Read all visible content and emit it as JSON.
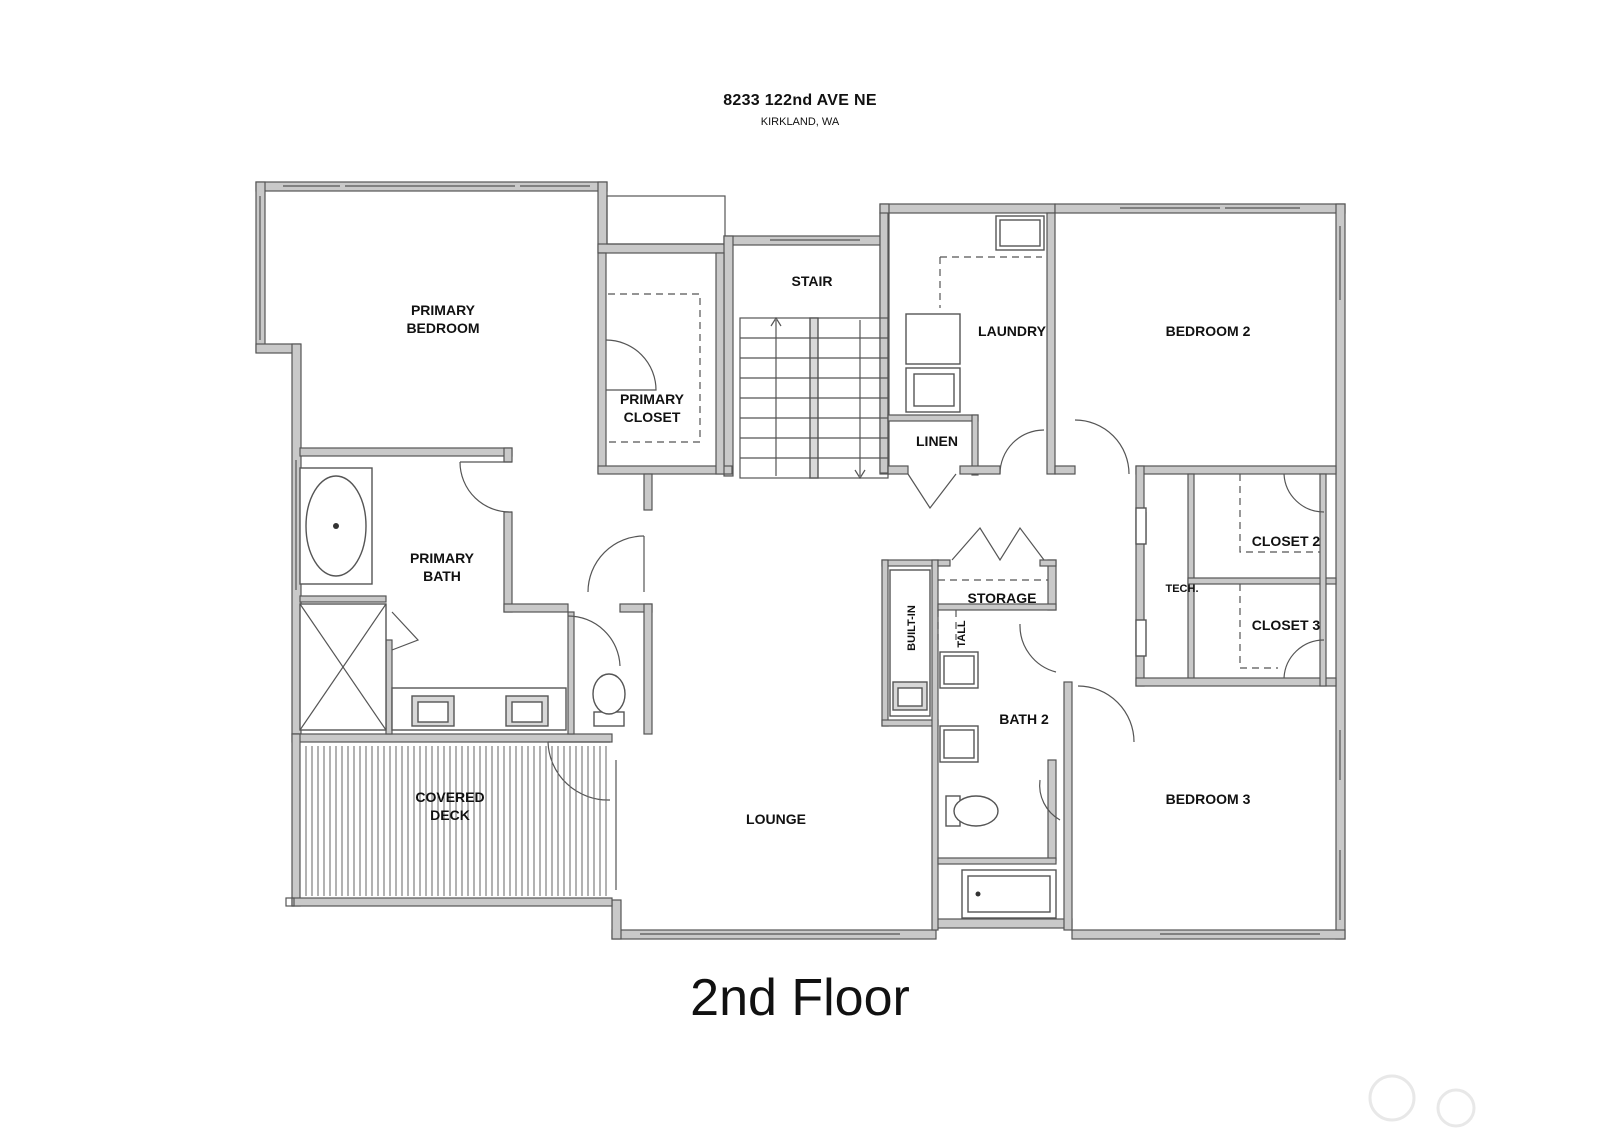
{
  "header": {
    "address": "8233 122nd AVE NE",
    "city": "KIRKLAND, WA"
  },
  "footer": {
    "floor_title": "2nd Floor"
  },
  "rooms": {
    "primary_bedroom": [
      "PRIMARY",
      "BEDROOM"
    ],
    "primary_closet": [
      "PRIMARY",
      "CLOSET"
    ],
    "stair": "STAIR",
    "laundry": "LAUNDRY",
    "linen": "LINEN",
    "bedroom_2": "BEDROOM 2",
    "closet_2": "CLOSET 2",
    "primary_bath": [
      "PRIMARY",
      "BATH"
    ],
    "storage": "STORAGE",
    "tech": "TECH.",
    "closet_3": "CLOSET 3",
    "built_in": "BUILT-IN",
    "tall": "TALL",
    "bath_2": "BATH 2",
    "covered_deck": [
      "COVERED",
      "DECK"
    ],
    "lounge": "LOUNGE",
    "bedroom_3": "BEDROOM 3"
  },
  "colors": {
    "wall_fill": "#c9c9c9",
    "wall_stroke": "#555555",
    "background": "#ffffff"
  }
}
